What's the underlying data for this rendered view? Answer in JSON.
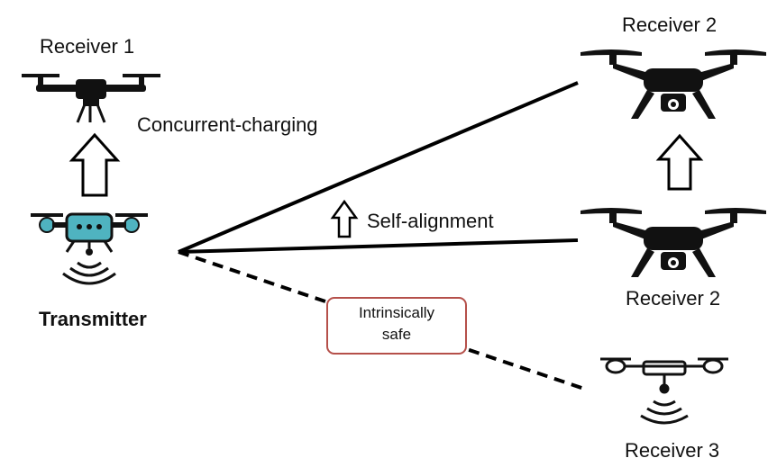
{
  "labels": {
    "receiver1": "Receiver 1",
    "receiver2_top": "Receiver 2",
    "receiver2_bottom": "Receiver 2",
    "receiver3": "Receiver 3",
    "transmitter": "Transmitter",
    "concurrent_charging": "Concurrent-charging",
    "self_alignment": "Self-alignment"
  },
  "callout": {
    "line1": "Intrinsically",
    "line2": "safe",
    "border_color": "#b5504a"
  },
  "icons": {
    "receiver1": "quadcopter-drone-icon",
    "receiver2_top": "camera-drone-icon",
    "receiver2_bottom": "camera-drone-icon",
    "receiver3": "transmitting-drone-icon",
    "transmitter": "transmitting-drone-icon"
  },
  "colors": {
    "drone_body": "#111111",
    "transmitter_accent": "#4fb3c0"
  }
}
